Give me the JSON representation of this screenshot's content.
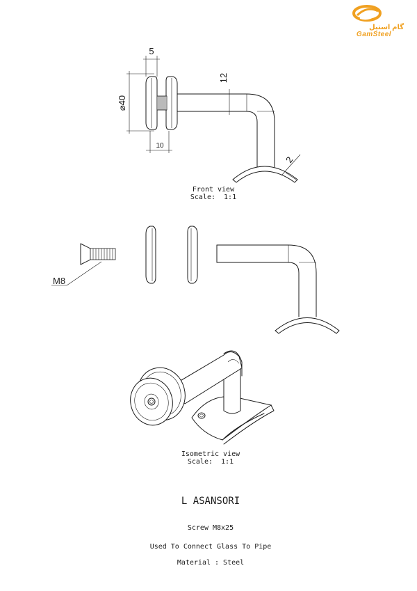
{
  "logo": {
    "wordmark_en": "GamSteel",
    "wordmark_fa": "گام استیل",
    "primary_color": "#f0a020",
    "secondary_color": "#8a8a8a"
  },
  "front_view": {
    "caption": "Front view",
    "scale": "Scale:  1:1",
    "dimensions": {
      "top_width": "5",
      "diameter": "⌀40",
      "pipe_offset": "12",
      "bottom_width": "10",
      "saddle_thickness": "2"
    }
  },
  "exploded_view": {
    "screw_label": "M8"
  },
  "isometric_view": {
    "caption": "Isometric view",
    "scale": "Scale:  1:1"
  },
  "title_block": {
    "title": "L ASANSORI",
    "screw": "Screw M8x25",
    "usage": "Used To Connect Glass To Pipe",
    "material": "Material : Steel"
  }
}
